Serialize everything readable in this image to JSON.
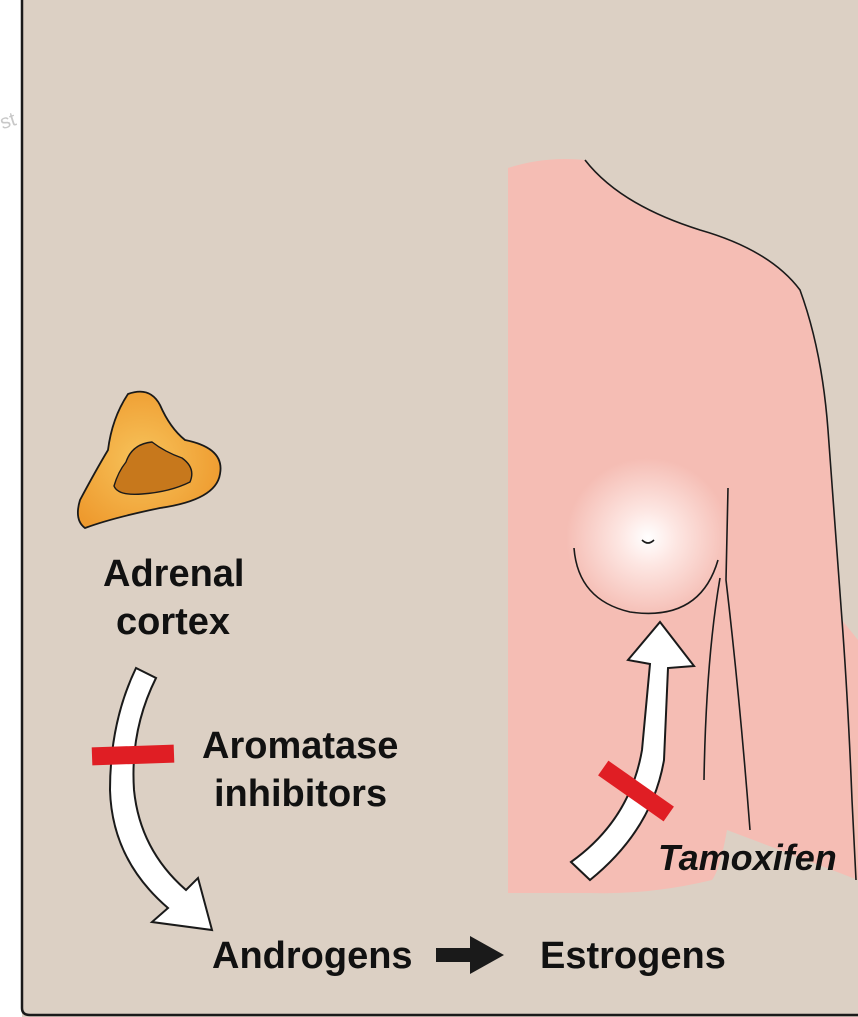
{
  "labels": {
    "adrenal_line1": "Adrenal",
    "adrenal_line2": "cortex",
    "aromatase_line1": "Aromatase",
    "aromatase_line2": "inhibitors",
    "androgens": "Androgens",
    "estrogens": "Estrogens",
    "tamoxifen": "Tamoxifen",
    "watermark": "st"
  },
  "colors": {
    "background": "#dcd0c4",
    "border": "#1a1a1a",
    "skin": "#f5bdb4",
    "gland_outer": "#f2a33a",
    "gland_inner": "#c7781c",
    "block_bar": "#e01e24",
    "arrow_fill": "#ffffff",
    "text": "#111111"
  },
  "icons": {
    "adrenal": "adrenal-gland-icon",
    "breast": "breast-torso-icon",
    "conversion_arrow": "right-arrow-icon"
  }
}
